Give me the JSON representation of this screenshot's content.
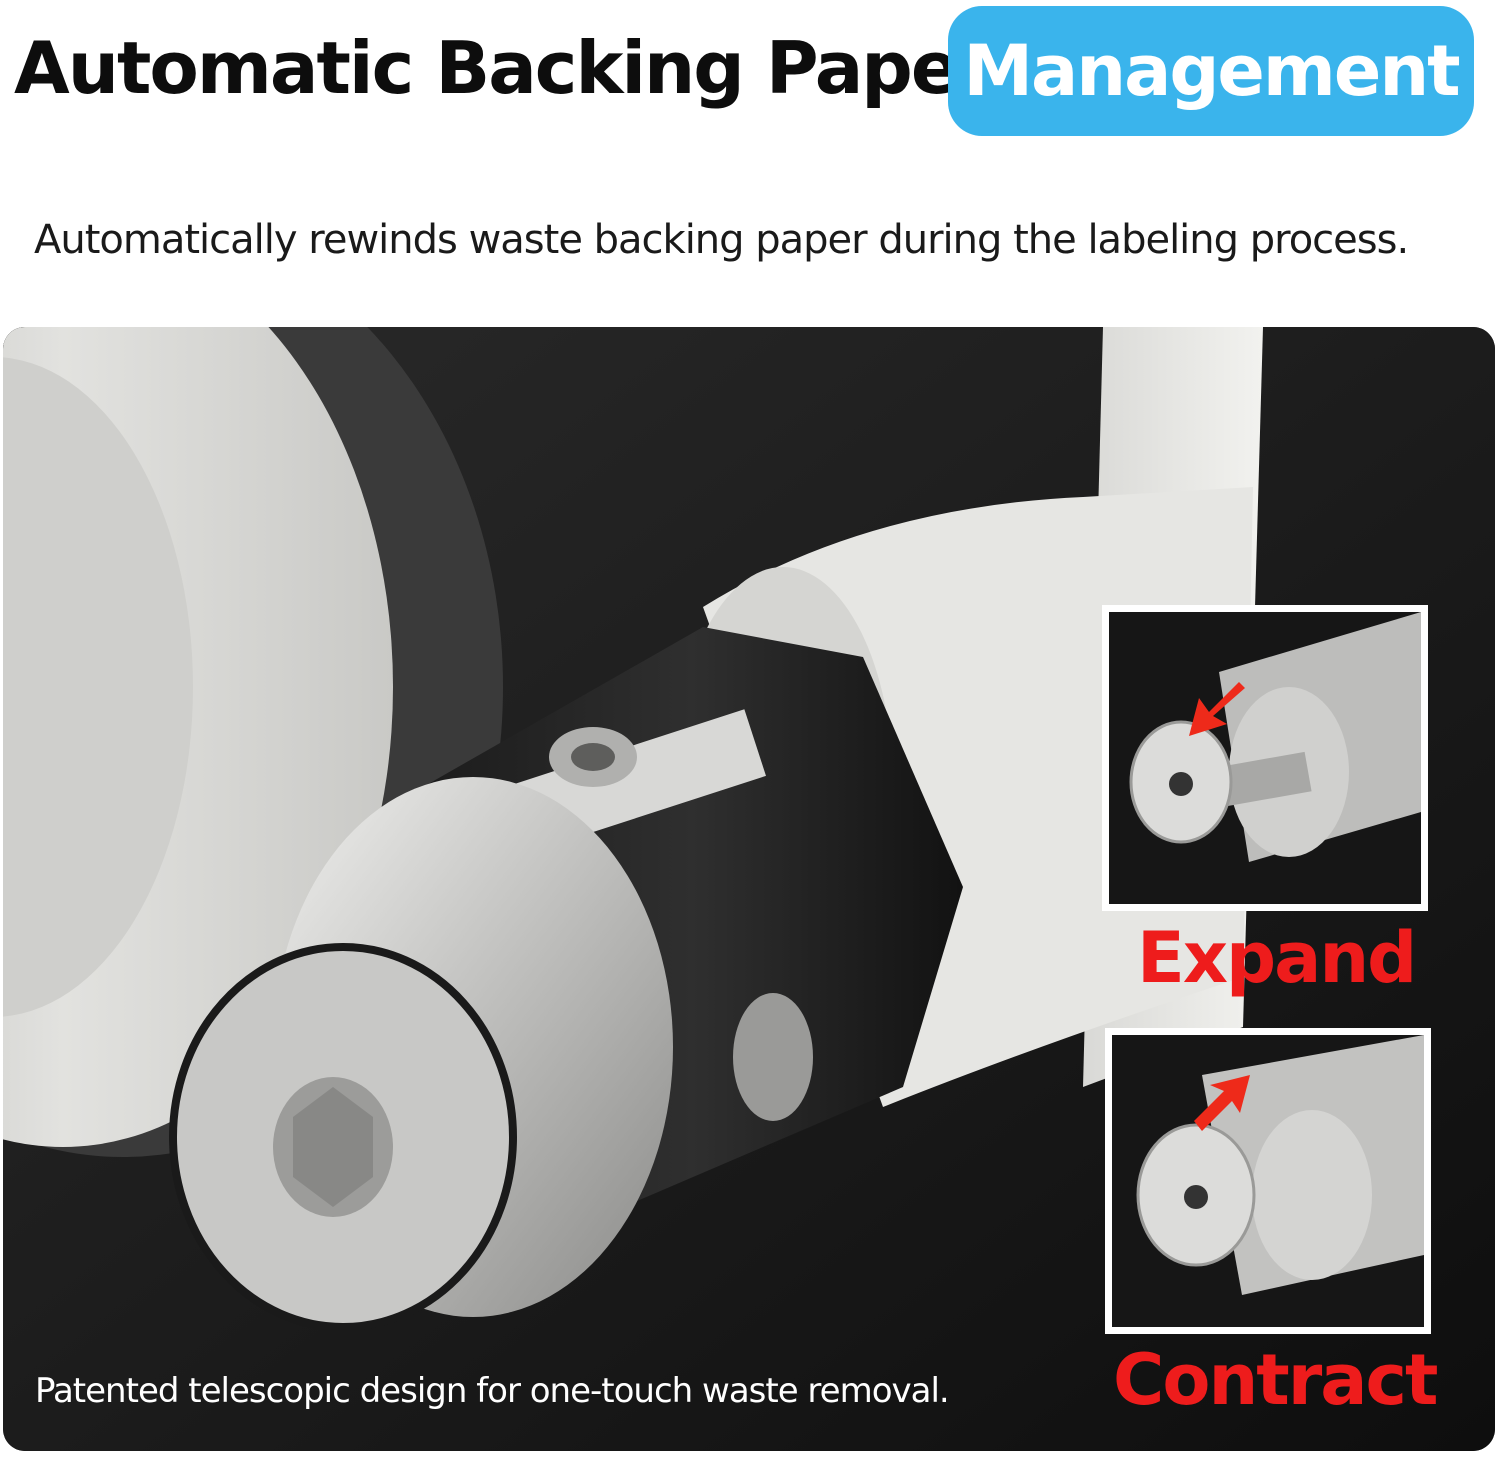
{
  "header": {
    "title": "Automatic Backing Paper",
    "badge": "Management",
    "subtitle": "Automatically rewinds waste backing paper during the labeling process."
  },
  "photo": {
    "caption": "Patented telescopic design for one-touch waste removal.",
    "insets": [
      {
        "label": "Expand"
      },
      {
        "label": "Contract"
      }
    ]
  },
  "colors": {
    "accent": "#3ab4ec",
    "label_red": "#ee1c1c",
    "title": "#0d0d0d"
  }
}
